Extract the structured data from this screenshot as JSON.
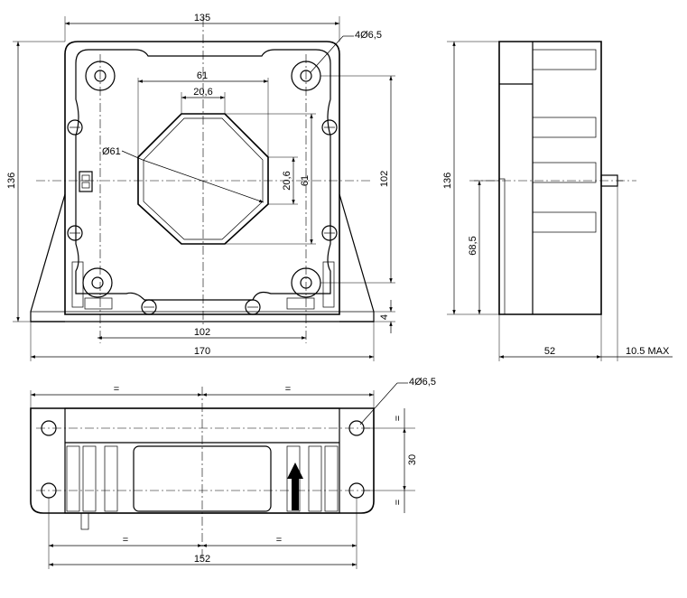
{
  "front_view": {
    "width_top": "135",
    "hole_callout": "4Ø6,5",
    "opening_width": "61",
    "opening_flat_width": "20,6",
    "opening_diameter": "Ø61",
    "opening_flat_height": "20,6",
    "opening_height": "61",
    "hole_pitch_vertical": "102",
    "overall_height": "136",
    "foot_thickness": "4",
    "hole_pitch_horizontal": "102",
    "overall_width": "170"
  },
  "side_view": {
    "overall_height": "136",
    "axis_height": "68,5",
    "depth": "52",
    "terminal_protrusion": "10.5 MAX"
  },
  "bottom_view": {
    "equal_left": "=",
    "equal_right": "=",
    "hole_callout": "4Ø6,5",
    "hole_spacing": "30",
    "equal_top": "=",
    "equal_bottom": "=",
    "equal_lower_left": "=",
    "equal_lower_right": "=",
    "base_width": "152"
  }
}
